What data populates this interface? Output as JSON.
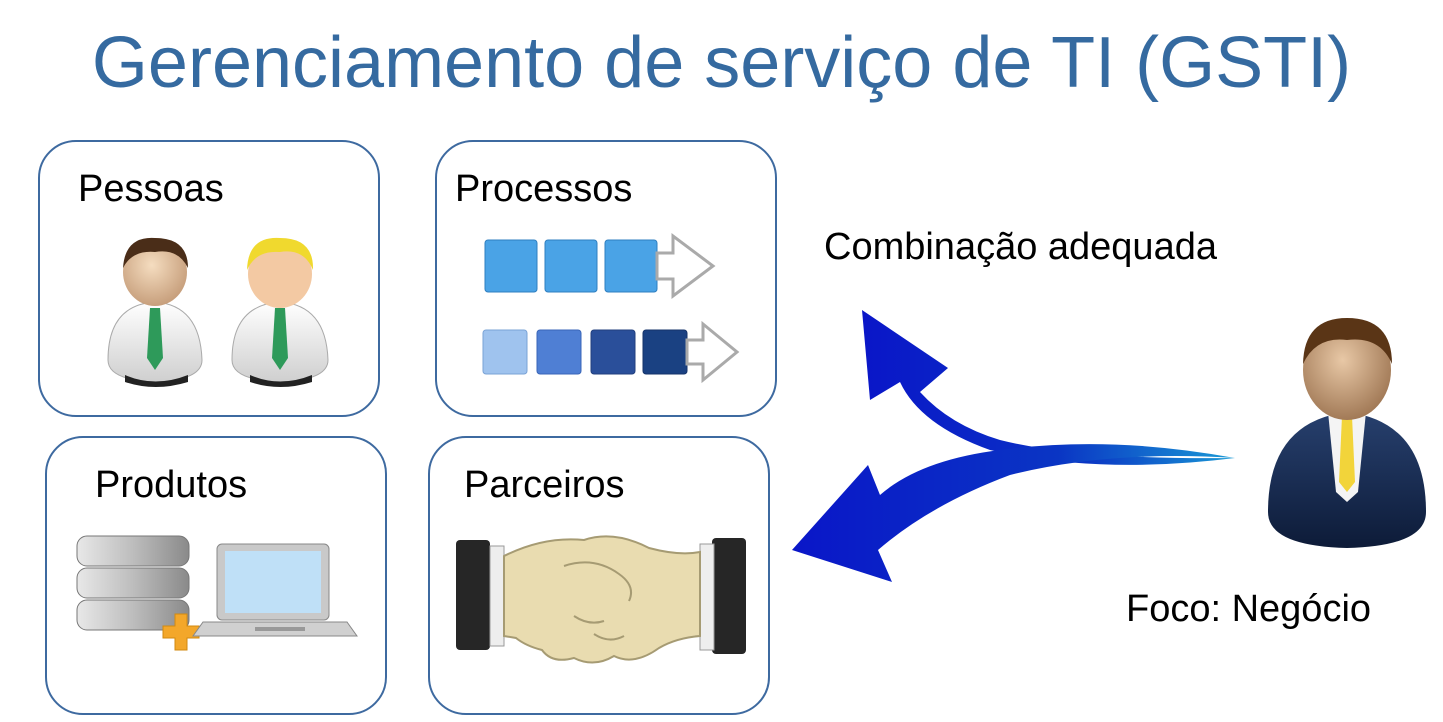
{
  "title": "Gerenciamento de serviço de TI (GSTI)",
  "boxes": [
    {
      "label": "Pessoas",
      "icon": "people-icon"
    },
    {
      "label": "Processos",
      "icon": "process-flow-icon"
    },
    {
      "label": "Produtos",
      "icon": "server-laptop-icon"
    },
    {
      "label": "Parceiros",
      "icon": "handshake-icon"
    }
  ],
  "right": {
    "combination_label": "Combinação adequada",
    "focus_label": "Foco: Negócio",
    "icon": "business-person-icon"
  },
  "colors": {
    "title": "#356aa0",
    "border": "#3e6aa0",
    "arrow": "#0a1fc8"
  }
}
